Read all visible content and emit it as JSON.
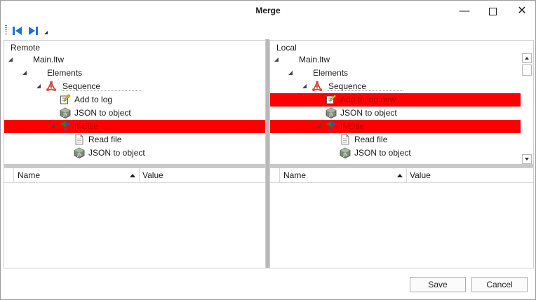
{
  "window": {
    "title": "Merge"
  },
  "toolbar": {
    "first_icon": "skip-first-icon",
    "last_icon": "skip-last-icon"
  },
  "colors": {
    "changed_highlight": "#ff0000",
    "toolbar_icon": "#1e6fd9"
  },
  "remote": {
    "title": "Remote",
    "tree": [
      {
        "label": "Main.ltw",
        "icon": "none",
        "expanded": true
      },
      {
        "label": "Elements",
        "icon": "none",
        "expanded": true
      },
      {
        "label": "Sequence",
        "icon": "sequence-icon",
        "expanded": true
      },
      {
        "label": "Add to log",
        "icon": "edit-log-icon"
      },
      {
        "label": "JSON to object",
        "icon": "json-object-icon"
      },
      {
        "label": "If-Else",
        "icon": "if-else-icon",
        "expanded": true,
        "changed": true
      },
      {
        "label": "Read file",
        "icon": "file-icon"
      },
      {
        "label": "JSON to object",
        "icon": "json-object-icon"
      }
    ],
    "grid": {
      "col_name": "Name",
      "col_value": "Value"
    }
  },
  "local": {
    "title": "Local",
    "tree": [
      {
        "label": "Main.ltw",
        "icon": "none",
        "expanded": true
      },
      {
        "label": "Elements",
        "icon": "none",
        "expanded": true
      },
      {
        "label": "Sequence",
        "icon": "sequence-icon",
        "expanded": true
      },
      {
        "label": "Add to log new",
        "icon": "edit-log-icon",
        "changed": true
      },
      {
        "label": "JSON to object",
        "icon": "json-object-icon"
      },
      {
        "label": "If-Else",
        "icon": "if-else-icon",
        "expanded": true,
        "changed": true
      },
      {
        "label": "Read file",
        "icon": "file-icon"
      },
      {
        "label": "JSON to object",
        "icon": "json-object-icon"
      }
    ],
    "grid": {
      "col_name": "Name",
      "col_value": "Value"
    }
  },
  "footer": {
    "save_label": "Save",
    "cancel_label": "Cancel"
  }
}
